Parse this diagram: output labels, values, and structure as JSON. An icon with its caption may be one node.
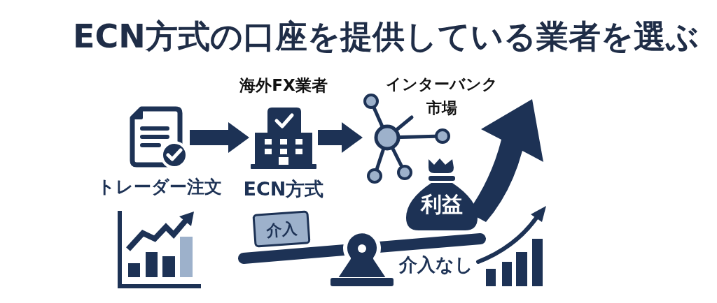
{
  "diagram": {
    "title": "ECN方式の口座を提供している業者を選ぶ",
    "nodes": [
      {
        "text": [
          "トレーダー注文"
        ]
      },
      {
        "text": [
          "海外FX業者",
          "ECN方式"
        ]
      },
      {
        "text": [
          "インターバンク市場"
        ]
      },
      {
        "text": [
          "利益"
        ]
      },
      {
        "text": [
          "介入"
        ]
      }
    ],
    "edges": [
      {
        "from": 0,
        "to": 1,
        "arrow": "to"
      },
      {
        "from": 1,
        "to": 2,
        "arrow": "to"
      }
    ],
    "labels": [
      "介入なし"
    ]
  }
}
